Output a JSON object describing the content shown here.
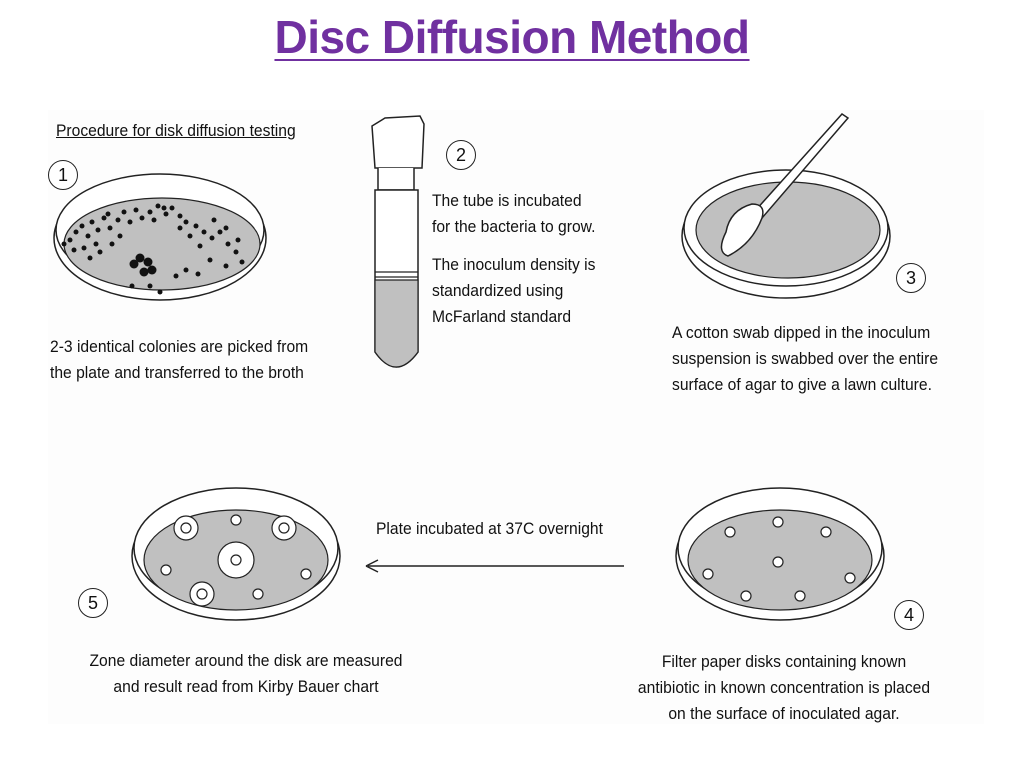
{
  "title": "Disc Diffusion Method",
  "colors": {
    "title": "#7030a0",
    "agar": "#c0c0c0",
    "outline": "#222222"
  },
  "procedure_heading": "Procedure for disk diffusion testing",
  "steps": [
    {
      "number": "1",
      "lines": [
        "2-3 identical colonies are picked from",
        "the plate and transferred to the broth"
      ]
    },
    {
      "number": "2",
      "lines": [
        "The tube is incubated",
        "for the bacteria to grow.",
        "",
        "The inoculum density is",
        "standardized using",
        "McFarland standard"
      ]
    },
    {
      "number": "3",
      "lines": [
        "A cotton swab dipped in the inoculum",
        "suspension is swabbed over the entire",
        "surface of agar  to give a lawn culture."
      ]
    },
    {
      "number": "4",
      "lines": [
        "Filter paper disks containing known",
        "antibiotic in known concentration is placed",
        "on the surface of inoculated agar."
      ]
    },
    {
      "number": "5",
      "lines": [
        "Zone diameter around the disk are measured",
        "and result read from Kirby Bauer chart"
      ]
    }
  ],
  "arrow_label": "Plate incubated at 37C overnight"
}
